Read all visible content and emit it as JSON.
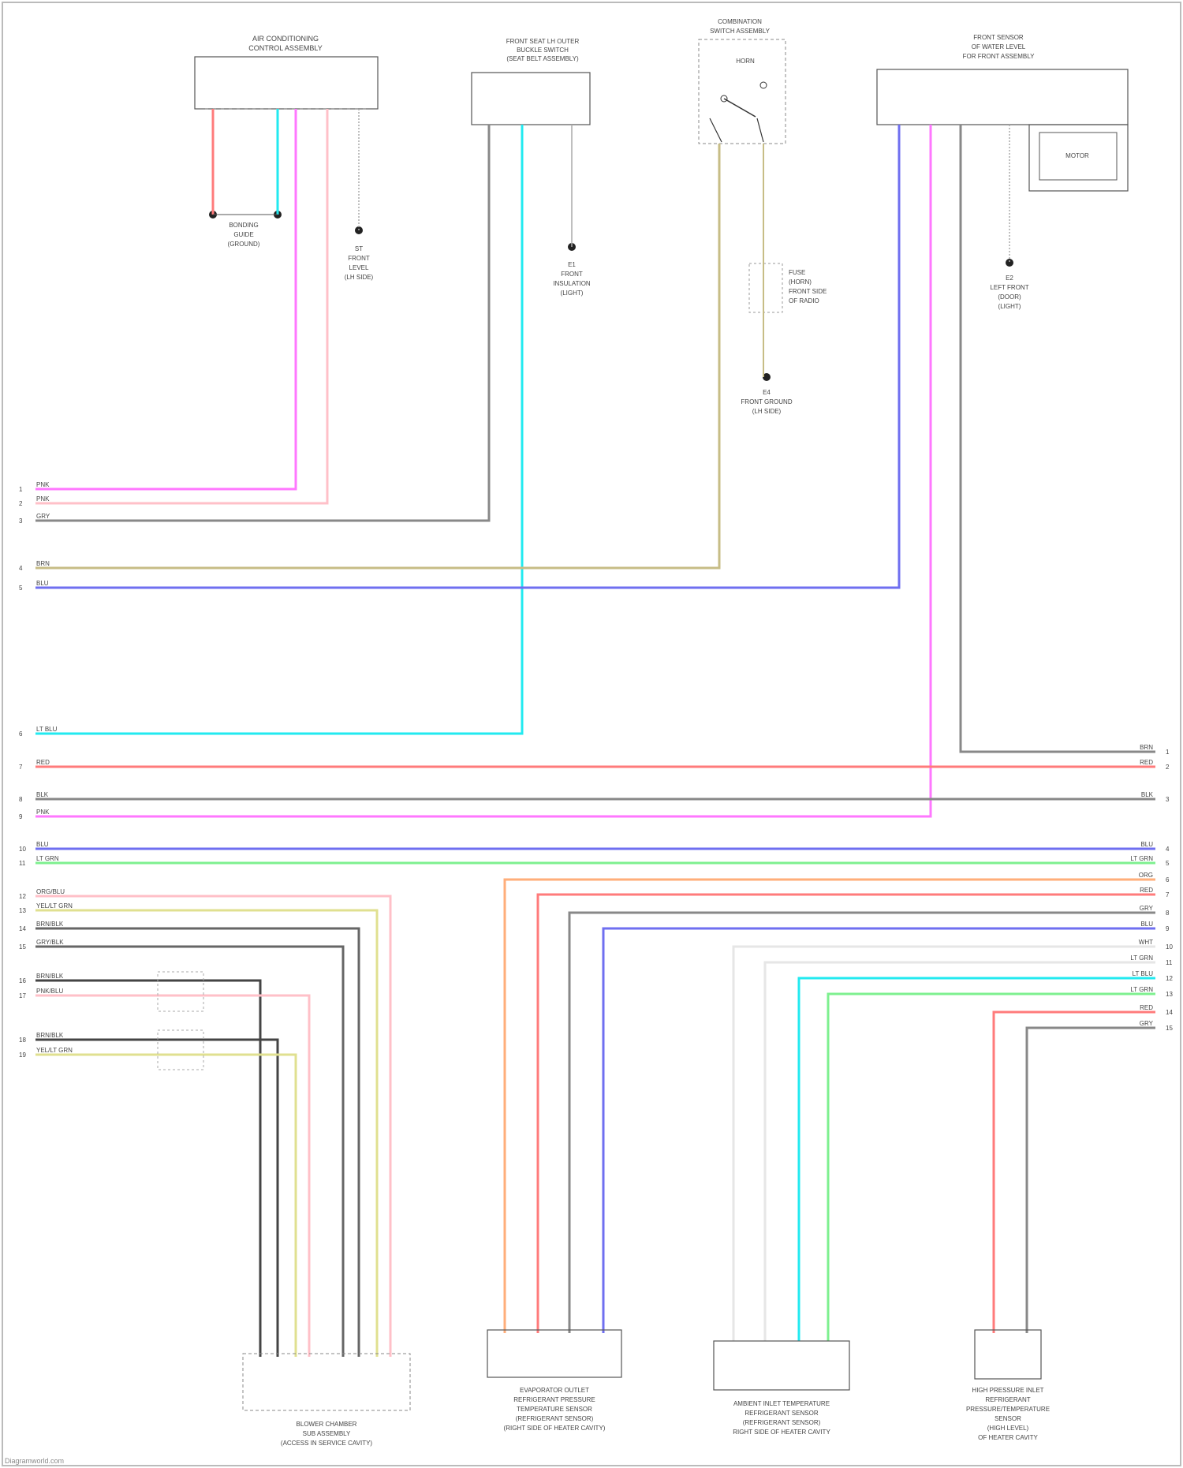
{
  "colors": {
    "red": "#ff7b7b",
    "pink": "#ff77ff",
    "cyan": "#22eaf0",
    "gray": "#6c6c6c",
    "tan": "#c7bd86",
    "blue": "#6f6ff0",
    "green": "#7ef08f",
    "orange": "#ffae7a",
    "yellow": "#e0e090",
    "lightgray": "#d8d8d8",
    "black": "#222222"
  },
  "components": {
    "ac_panel": {
      "title_lines": [
        "AIR CONDITIONING",
        "CONTROL ASSEMBLY"
      ]
    },
    "seat_belt_buckle": {
      "title_lines": [
        "FRONT SEAT LH OUTER",
        "BUCKLE SWITCH",
        "(SEAT BELT ASSEMBLY)"
      ]
    },
    "combination_switch": {
      "title_lines": [
        "COMBINATION",
        "SWITCH ASSEMBLY"
      ],
      "inner_label": "HORN",
      "fuse": [
        "FUSE",
        "(HORN)",
        "FRONT SIDE",
        "OF RADIO"
      ]
    },
    "front_sensor": {
      "title_lines": [
        "FRONT SENSOR",
        "OF WATER LEVEL",
        "FOR FRONT ASSEMBLY"
      ],
      "motor_label": "MOTOR"
    },
    "ground_labels": [
      [
        "BONDING",
        "GUIDE",
        "(GROUND)"
      ],
      [
        "ST",
        "FRONT",
        "LEVEL",
        "(LH SIDE)"
      ],
      [
        "E1",
        "FRONT",
        "INSULATION",
        "(LIGHT)"
      ],
      [
        "E4",
        "FRONT GROUND",
        "(LH SIDE)"
      ],
      [
        "E2",
        "LEFT FRONT",
        "(DOOR)",
        "(LIGHT)"
      ]
    ],
    "bottom": [
      {
        "title_lines": [
          "BLOWER CHAMBER",
          "SUB ASSEMBLY",
          "(ACCESS IN SERVICE CAVITY)"
        ]
      },
      {
        "title_lines": [
          "EVAPORATOR OUTLET",
          "REFRIGERANT PRESSURE",
          "TEMPERATURE SENSOR",
          "(REFRIGERANT SENSOR)",
          "(RIGHT SIDE OF HEATER CAVITY)"
        ]
      },
      {
        "title_lines": [
          "AMBIENT INLET TEMPERATURE",
          "REFRIGERANT SENSOR",
          "(REFRIGERANT SENSOR)",
          "RIGHT SIDE OF HEATER CAVITY"
        ]
      },
      {
        "title_lines": [
          "HIGH PRESSURE INLET",
          "REFRIGERANT",
          "PRESSURE/TEMPERATURE",
          "SENSOR",
          "(HIGH LEVEL)",
          "OF HEATER CAVITY"
        ]
      }
    ]
  },
  "left_wires": [
    {
      "pin": "1",
      "code": "PNK"
    },
    {
      "pin": "2",
      "code": "PNK"
    },
    {
      "pin": "3",
      "code": "GRY"
    },
    {
      "pin": "4",
      "code": "BRN"
    },
    {
      "pin": "5",
      "code": "BLU"
    },
    {
      "pin": "6",
      "code": "LT BLU"
    },
    {
      "pin": "7",
      "code": "RED"
    },
    {
      "pin": "8",
      "code": "BLK"
    },
    {
      "pin": "9",
      "code": "PNK"
    },
    {
      "pin": "10",
      "code": "BLU"
    },
    {
      "pin": "11",
      "code": "LT GRN"
    },
    {
      "pin": "12",
      "code": "ORG/BLU"
    },
    {
      "pin": "13",
      "code": "YEL/LT GRN"
    },
    {
      "pin": "14",
      "code": "BRN/BLK"
    },
    {
      "pin": "15",
      "code": "GRY/BLK"
    },
    {
      "pin": "16",
      "code": "BRN/BLK"
    },
    {
      "pin": "17",
      "code": "PNK/BLU"
    },
    {
      "pin": "18",
      "code": "BRN/BLK"
    },
    {
      "pin": "19",
      "code": "YEL/LT GRN"
    }
  ],
  "right_wires": [
    {
      "pin": "1",
      "code": "BRN"
    },
    {
      "pin": "2",
      "code": "RED"
    },
    {
      "pin": "3",
      "code": "BLK"
    },
    {
      "pin": "4",
      "code": "BLU"
    },
    {
      "pin": "5",
      "code": "LT GRN"
    },
    {
      "pin": "6",
      "code": "ORG"
    },
    {
      "pin": "7",
      "code": "RED"
    },
    {
      "pin": "8",
      "code": "GRY"
    },
    {
      "pin": "9",
      "code": "BLU"
    },
    {
      "pin": "10",
      "code": "WHT"
    },
    {
      "pin": "11",
      "code": "LT GRN"
    },
    {
      "pin": "12",
      "code": "LT BLU"
    },
    {
      "pin": "13",
      "code": "LT GRN"
    },
    {
      "pin": "14",
      "code": "RED"
    },
    {
      "pin": "15",
      "code": "GRY"
    }
  ],
  "footer": "Diagramworld.com"
}
